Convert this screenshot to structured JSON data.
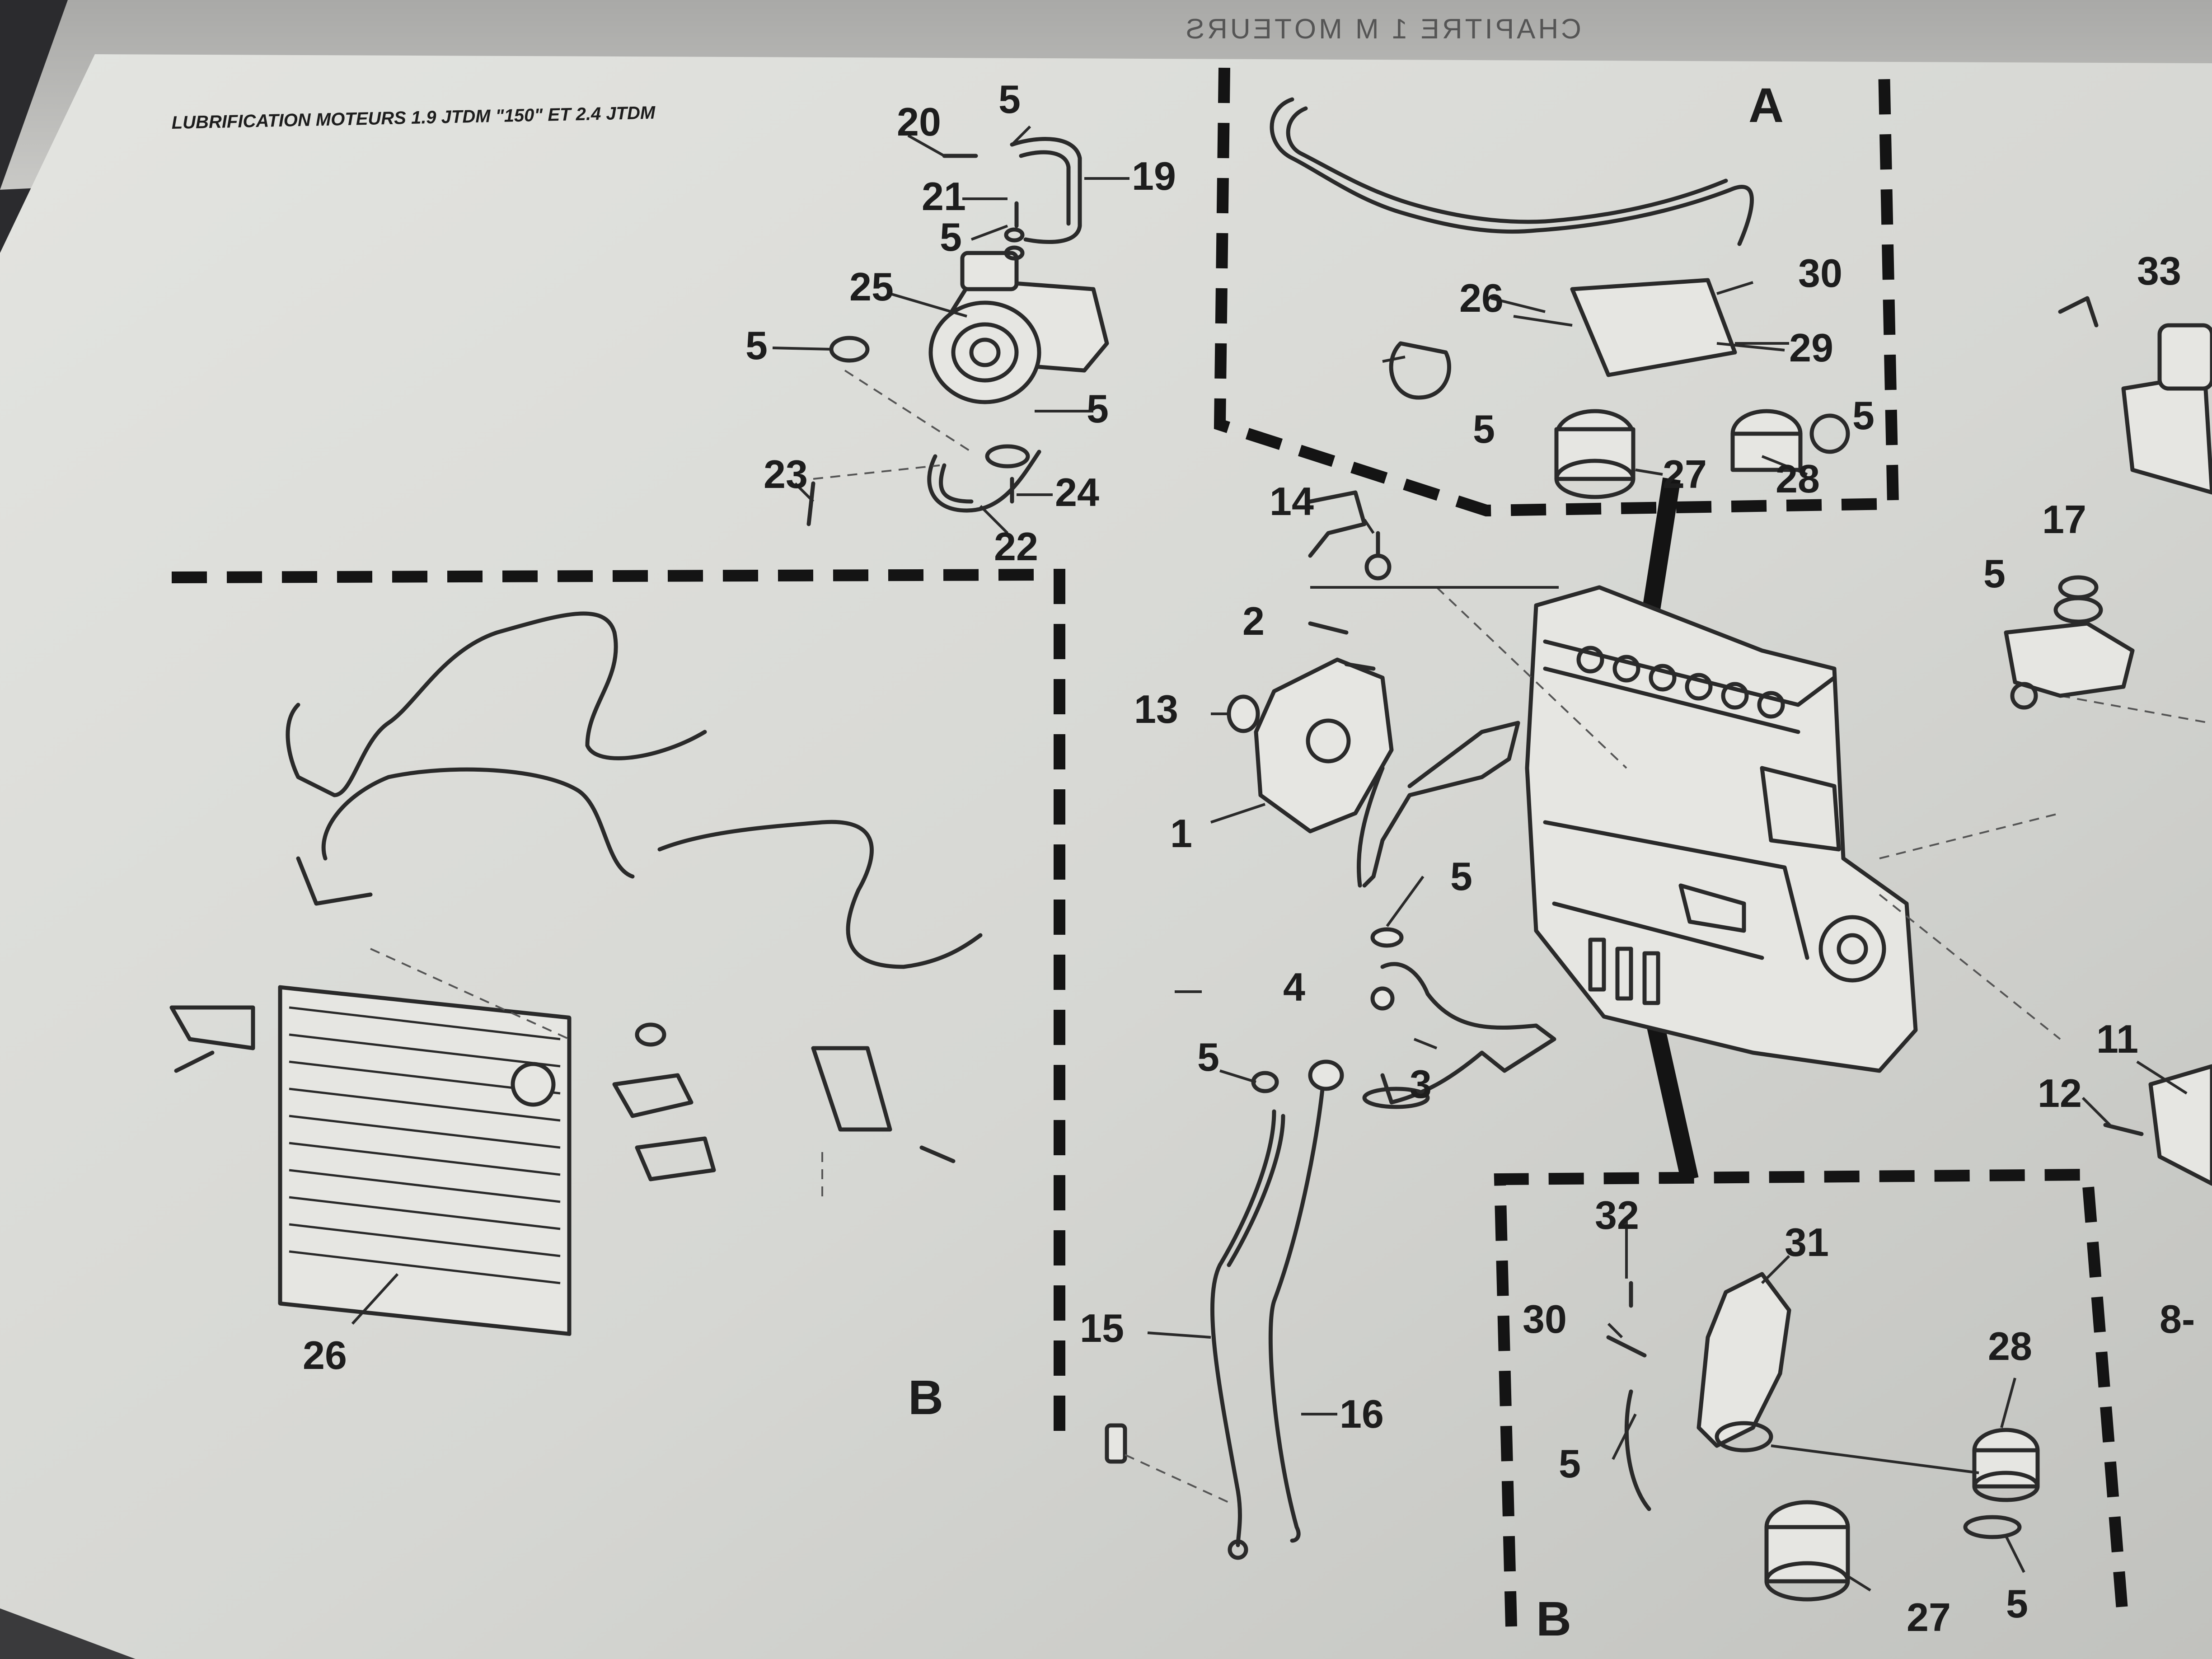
{
  "page": {
    "header": "CHAPITRE 1 M MOTEURS",
    "title": "LUBRIFICATION MOTEURS 1.9 JTDM \"150\" ET 2.4 JTDM"
  },
  "sections": {
    "a": "A",
    "b_left": "B",
    "b_right": "B"
  },
  "callouts": {
    "c20": "20",
    "c5_top": "5",
    "c19": "19",
    "c21": "21",
    "c5_mid": "5",
    "c25": "25",
    "c5_left": "5",
    "c5_turbo": "5",
    "c23": "23",
    "c24": "24",
    "c22": "22",
    "a26": "26",
    "a30": "30",
    "a29": "29",
    "a5": "5",
    "a27": "27",
    "a28": "28",
    "a5r": "5",
    "c33": "33",
    "c17": "17",
    "c5_right": "5",
    "c14": "14",
    "c2": "2",
    "c13": "13",
    "c1": "1",
    "c5_eng": "5",
    "c4": "4",
    "c3": "3",
    "c5_dip": "5",
    "c15": "15",
    "c16": "16",
    "c11": "11",
    "c12": "12",
    "c8": "8-",
    "c26": "26",
    "b32": "32",
    "b31": "31",
    "b30": "30",
    "b28": "28",
    "b5": "5",
    "b27": "27",
    "b5r": "5"
  }
}
